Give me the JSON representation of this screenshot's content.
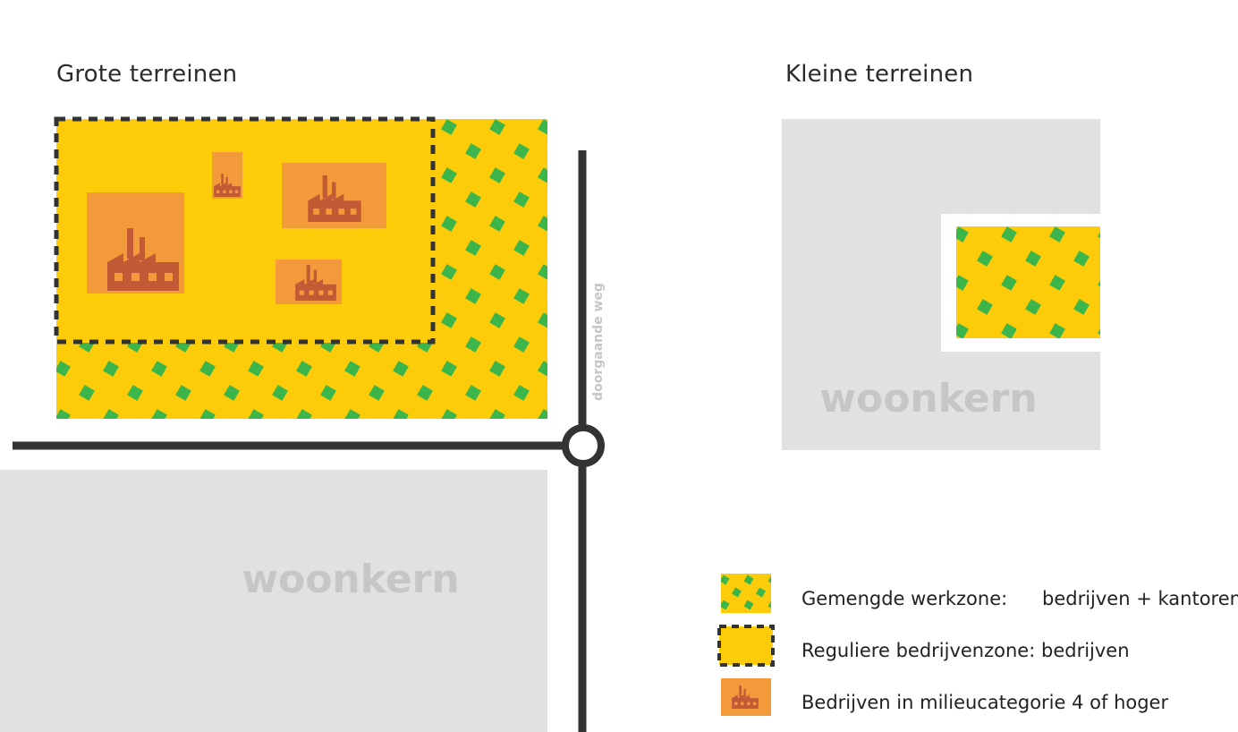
{
  "headings": {
    "large": "Grote terreinen",
    "small": "Kleine terreinen"
  },
  "labels": {
    "residential_large": "woonkern",
    "residential_small": "woonkern",
    "through_road": "doorgaande weg"
  },
  "legend": {
    "mixed_zone_name": "Gemengde werkzone:",
    "mixed_zone_desc": "bedrijven + kantoren",
    "regular_zone_name": "Reguliere bedrijvenzone:",
    "regular_zone_desc": "bedrijven",
    "heavy_industry": "Bedrijven in milieucategorie 4 of hoger"
  },
  "colors": {
    "zone_yellow": "#fccc0a",
    "mixed_green": "#3cb54a",
    "industry_orange": "#f39a3a",
    "factory_icon": "#c25a36",
    "residential_gray": "#e2e1e2",
    "residential_text": "#c7c6c7",
    "road": "#333333"
  },
  "icons": {
    "factory": "factory-icon",
    "roundabout": "roundabout-icon"
  }
}
